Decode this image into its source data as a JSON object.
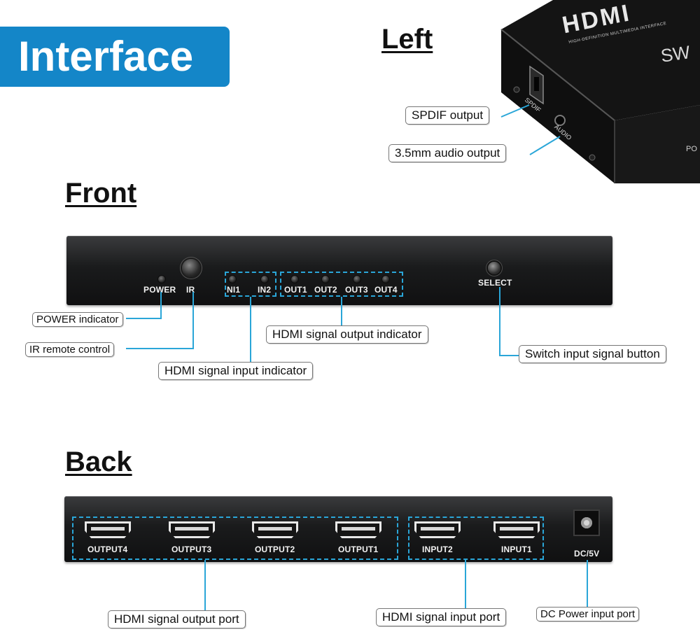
{
  "badge": {
    "title": "Interface"
  },
  "sections": {
    "left": "Left",
    "front": "Front",
    "back": "Back"
  },
  "left_device": {
    "logo": "HDMI",
    "logo_sub": "HIGH-DEFINITION MULTIMEDIA INTERFACE",
    "model_partial": "SW",
    "spdif_label": "SPDIF",
    "audio_label": "AUDIO",
    "power_partial": "PO"
  },
  "callouts": {
    "spdif_output": "SPDIF output",
    "audio_output": "3.5mm audio output",
    "power_indicator": "POWER  indicator",
    "ir_remote": "IR remote control",
    "hdmi_input_indicator": "HDMI signal input indicator",
    "hdmi_output_indicator": "HDMI signal output indicator",
    "switch_button": "Switch input signal button",
    "hdmi_output_port": "HDMI signal output port",
    "hdmi_input_port": "HDMI signal input port",
    "dc_power_port": "DC Power input port"
  },
  "front_panel": {
    "power": "POWER",
    "ir": "IR",
    "in1": "NI1",
    "in2": "IN2",
    "out1": "OUT1",
    "out2": "OUT2",
    "out3": "OUT3",
    "out4": "OUT4",
    "select": "SELECT"
  },
  "back_panel": {
    "output4": "OUTPUT4",
    "output3": "OUTPUT3",
    "output2": "OUTPUT2",
    "output1": "OUTPUT1",
    "input2": "INPUT2",
    "input1": "INPUT1",
    "dc": "DC/5V"
  },
  "colors": {
    "accent_blue": "#1486c8",
    "leader_line": "#2aa6d8",
    "device_body": "#1a1b1c"
  }
}
